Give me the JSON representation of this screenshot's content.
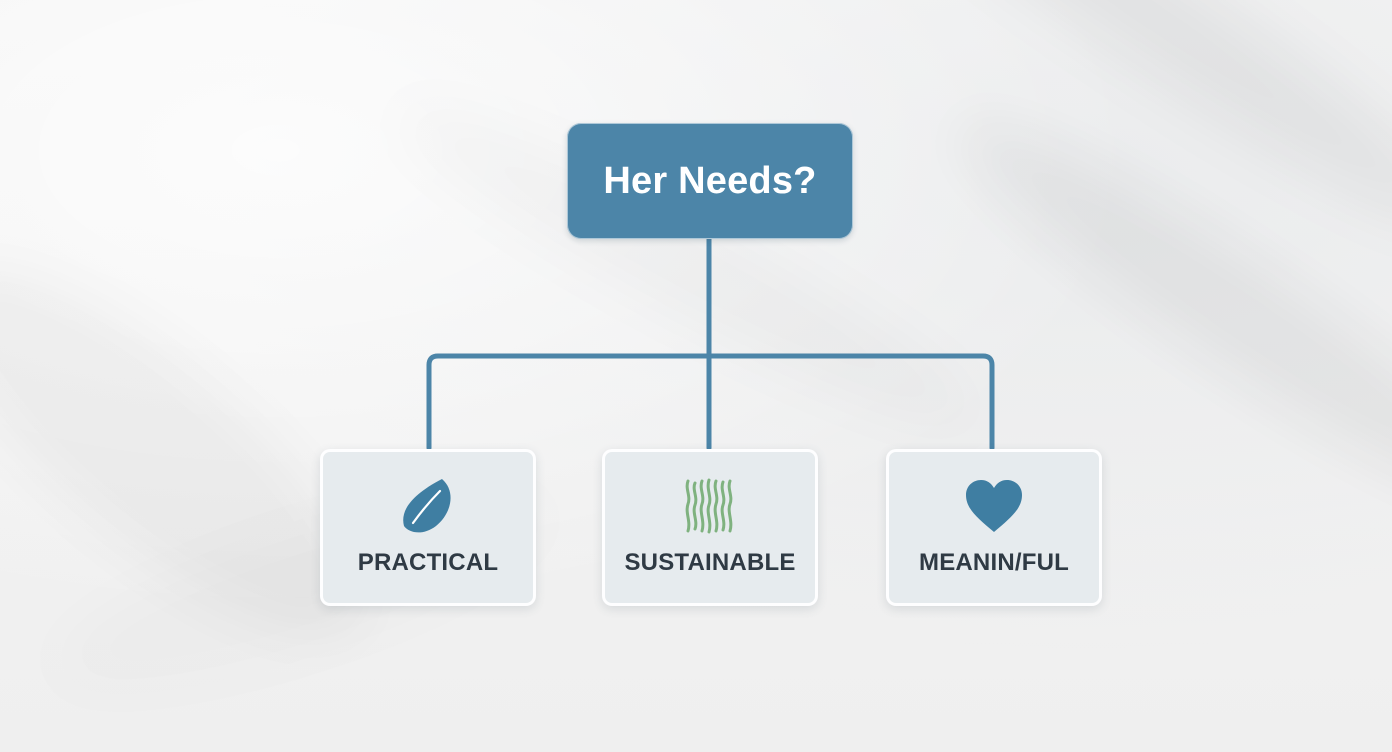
{
  "diagram": {
    "root": {
      "label": "Her Needs?"
    },
    "children": [
      {
        "label": "PRACTICAL",
        "icon": "leaf-icon"
      },
      {
        "label": "SUSTAINABLE",
        "icon": "fiber-icon"
      },
      {
        "label": "MEANIN/FUL",
        "icon": "heart-icon"
      }
    ]
  },
  "colors": {
    "background": "#f1f2f2",
    "root_fill": "#4c85a8",
    "connector": "#4c85a8",
    "child_fill": "#e6ebee",
    "child_text": "#2f3a44",
    "leaf_icon": "#3f7ea2",
    "fiber_icon": "#7fb27f",
    "heart_icon": "#3f7ea2"
  }
}
